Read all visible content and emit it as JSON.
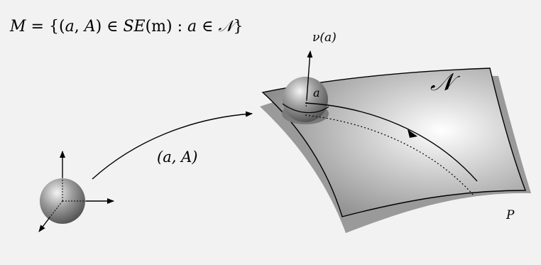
{
  "formula": {
    "lhs": "M",
    "eq": "=",
    "open": "{(",
    "a": "a",
    "comma": ", ",
    "A": "A",
    "close_in": ") ∈ ",
    "SE": "SE",
    "m_paren": "(m) : ",
    "a2": "a",
    "in2": " ∈ ",
    "N": "𝒩",
    "end": "}"
  },
  "labels": {
    "transform": "(a, A)",
    "normal": "ν(a)",
    "point": "a",
    "surface": "𝒩",
    "plane": "P"
  },
  "colors": {
    "background": "#f2f2f2",
    "line": "#000000",
    "shadow_surface": "#9a9a9a"
  }
}
